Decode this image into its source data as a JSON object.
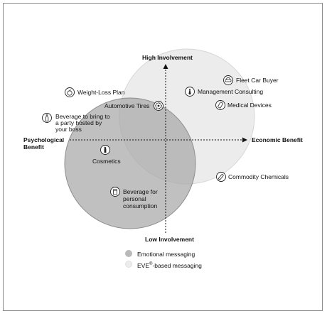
{
  "axes": {
    "top": "High Involvement",
    "bottom": "Low Involvement",
    "right": "Economic Benefit",
    "left_line1": "Psychological",
    "left_line2": "Benefit"
  },
  "items": {
    "fleet": "Fleet Car Buyer",
    "consulting": "Management Consulting",
    "medical": "Medical Devices",
    "weightloss": "Weight-Loss Plan",
    "tires": "Automotive Tires",
    "party_line1": "Beverage to bring to",
    "party_line2": "a party hosted by",
    "party_line3": "your boss",
    "cosmetics": "Cosmetics",
    "personal_line1": "Beverage for",
    "personal_line2": "personal",
    "personal_line3": "consumption",
    "chemicals": "Commodity Chemicals"
  },
  "icons": {
    "fleet": "car-icon",
    "consulting": "tie-icon",
    "medical": "medical-device-icon",
    "weightloss": "apple-icon",
    "tires": "tire-icon",
    "party": "bottle-icon",
    "cosmetics": "lipstick-icon",
    "personal": "can-icon",
    "chemicals": "test-tube-icon"
  },
  "legend": {
    "emotional": "Emotional messaging",
    "eve_prefix": "EVE",
    "eve_sup": "®",
    "eve_suffix": "-based messaging"
  },
  "colors": {
    "emotional": "#b9b9b9",
    "eve": "#ececec",
    "border": "#8a8a8a"
  }
}
